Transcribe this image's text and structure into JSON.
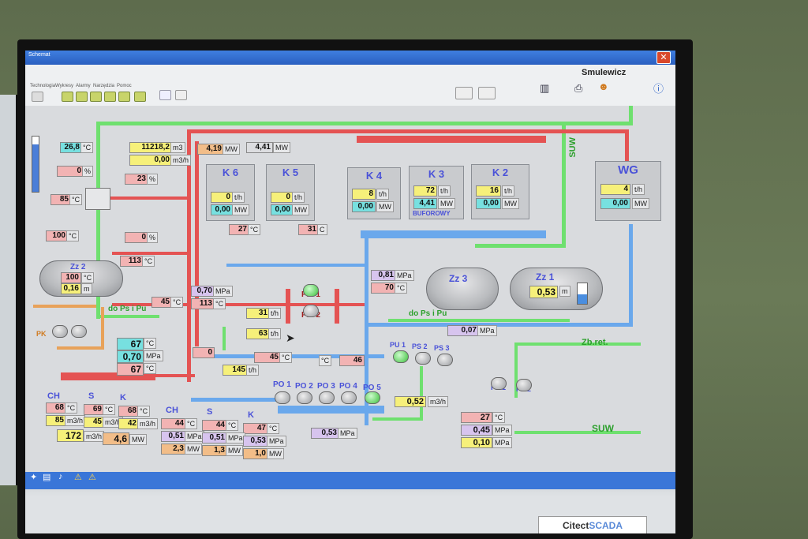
{
  "window": {
    "app_title": "Schemat",
    "user": "Smulewicz",
    "close_label": "✕",
    "menu": [
      "Technologia",
      "Wykresy",
      "Alarmy",
      "Narzędzia",
      "Pomoc"
    ],
    "footer_brand": "Citect",
    "footer_brand_suffix": "SCADA"
  },
  "boilers": [
    {
      "name": "K 6",
      "flow": "0",
      "power": "0,00",
      "flow_unit": "t/h",
      "power_unit": "MW"
    },
    {
      "name": "K 5",
      "flow": "0",
      "power": "0,00",
      "flow_unit": "t/h",
      "power_unit": "MW"
    },
    {
      "name": "K 4",
      "flow": "8",
      "power": "0,00",
      "flow_unit": "t/h",
      "power_unit": "MW"
    },
    {
      "name": "K 3",
      "flow": "72",
      "power": "4,41",
      "flow_unit": "t/h",
      "power_unit": "MW",
      "subtitle": "BUFOROWY"
    },
    {
      "name": "K 2",
      "flow": "16",
      "power": "0,00",
      "flow_unit": "t/h",
      "power_unit": "MW"
    },
    {
      "name": "WG",
      "flow": "4",
      "power": "0,00",
      "flow_unit": "t/h",
      "power_unit": "MW"
    }
  ],
  "top": {
    "temp_left": "26,8",
    "temp_unit": "°C",
    "volume": "11218,2",
    "volume_unit": "m3",
    "flow_m3h": "0,00",
    "flow_unit": "m3/h",
    "mw_a": "4,19",
    "mw_b": "4,41",
    "mw_unit": "MW",
    "pct_a": "0",
    "pct_unit": "%",
    "pct_b": "23",
    "pct_c": "0",
    "temp_85": "85",
    "temp_100": "100",
    "temp_113": "113"
  },
  "zz2": {
    "label": "Zz 2",
    "temp": "100",
    "level": "0,16",
    "temp_unit": "°C",
    "level_unit": "m"
  },
  "middle": {
    "t27": "27",
    "t31": "31",
    "deg_c": "°C",
    "c": "C",
    "pressure_070": "0,70",
    "mpa": "MPa",
    "t45": "45",
    "t113b": "113",
    "flow_31": "31",
    "flow_63": "63",
    "th": "t/h",
    "pm1": "Pm 1",
    "pm2": "Pm 2",
    "p081": "0,81",
    "t70": "70",
    "do_ps_pu": "do Ps i Pu",
    "p007": "0,07",
    "zb_ret": "Zb.ret.",
    "suw": "SUW",
    "pu1": "PU 1",
    "ps2": "PS 2",
    "ps3": "PS 3",
    "ph1": "Ph 1",
    "ph2": "Ph 2",
    "pk": "PK"
  },
  "zz3": {
    "label": "Zz 3"
  },
  "zz1": {
    "label": "Zz 1",
    "level": "0,53",
    "unit": "m"
  },
  "left_stats": {
    "t67": "67",
    "p070": "0,70",
    "t67b": "67",
    "deg": "°C",
    "mpa": "MPa"
  },
  "center_stats": {
    "pct0": "0",
    "flow145": "145",
    "t45": "45",
    "t46": "46",
    "deg": "°C"
  },
  "pumps_po": [
    "PO 1",
    "PO 2",
    "PO 3",
    "PO 4",
    "PO 5"
  ],
  "po_flow": {
    "value": "0,52",
    "unit": "m3/h"
  },
  "po_pressure": {
    "value": "0,53",
    "unit": "MPa"
  },
  "group1": {
    "headers": [
      "CH",
      "S",
      "K"
    ],
    "rows": [
      [
        "68",
        "69",
        "68",
        "°C"
      ],
      [
        "85",
        "45",
        "42",
        "m3/h"
      ]
    ],
    "total_flow": "172",
    "total_flow_unit": "m3/h",
    "total_mw": "4,6",
    "mw_unit": "MW"
  },
  "group2": {
    "headers": [
      "CH",
      "S",
      "K"
    ],
    "temps": [
      "44",
      "44",
      "47"
    ],
    "pressures": [
      "0,51",
      "0,51",
      "0,53"
    ],
    "powers": [
      "2,3",
      "1,3",
      "1,0"
    ],
    "deg": "°C",
    "mpa": "MPa",
    "mw": "MW"
  },
  "ret": {
    "temp": "27",
    "pressure1": "0,45",
    "pressure2": "0,10",
    "deg": "°C",
    "mpa": "MPa"
  },
  "colors": {
    "hot": "#e45353",
    "supply": "#6fe06f",
    "return": "#6aa8ec",
    "label_blue": "#4a52d8"
  }
}
